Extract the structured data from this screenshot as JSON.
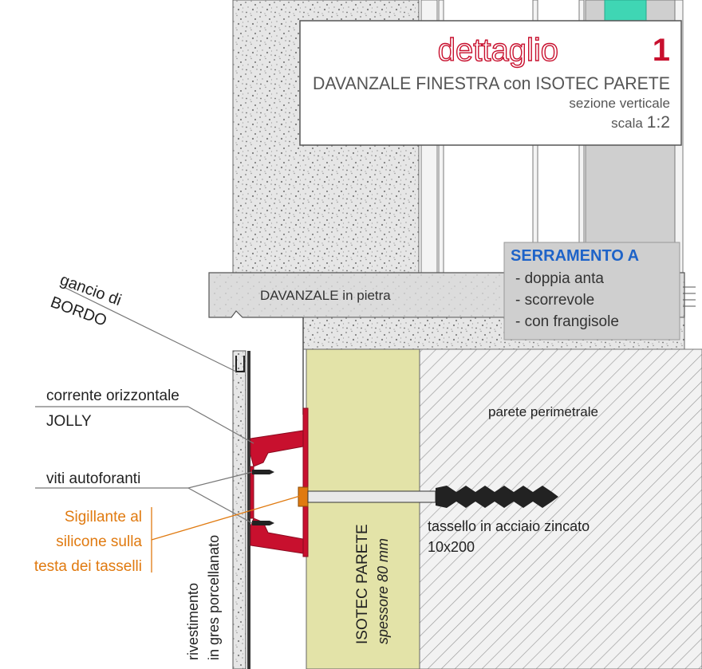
{
  "title_block": {
    "word": "dettaglio",
    "number": "1",
    "subtitle": "DAVANZALE FINESTRA con ISOTEC PARETE",
    "section": "sezione verticale",
    "scale_label": "scala",
    "scale_value": "1:2"
  },
  "window_box": {
    "title": "SERRAMENTO A",
    "items": [
      "- doppia anta",
      "- scorrevole",
      "- con frangisole"
    ]
  },
  "labels": {
    "sill": "DAVANZALE in pietra",
    "gancio_line1": "gancio di",
    "gancio_line2": "BORDO",
    "corrente_line1": "corrente orizzontale",
    "corrente_line2": "JOLLY",
    "viti": "viti autoforanti",
    "sigillante": [
      "Sigillante al",
      "silicone sulla",
      "testa dei tasselli"
    ],
    "parete": "parete perimetrale",
    "tassello_line1": "tassello in acciaio zincato",
    "tassello_line2": "10x200",
    "isotec_line1": "ISOTEC PARETE",
    "isotec_line2": "spessore 80 mm",
    "rivestimento_line1": "rivestimento",
    "rivestimento_line2": "in gres porcellanato"
  },
  "colors": {
    "accent_red": "#c8102e",
    "blue_title": "#1e63c8",
    "orange_note": "#e07a10",
    "insulation": "#e3e3a8",
    "teal": "#3fd6b4",
    "panel_gray": "#cfcfcf"
  }
}
